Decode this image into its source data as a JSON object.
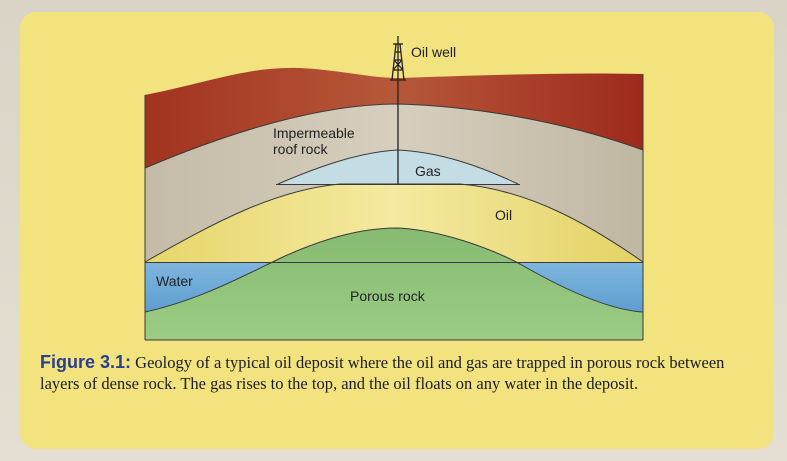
{
  "diagram": {
    "labels": {
      "oil_well": "Oil well",
      "roof_rock_line1": "Impermeable",
      "roof_rock_line2": "roof rock",
      "gas": "Gas",
      "oil": "Oil",
      "water": "Water",
      "porous_rock": "Porous rock"
    },
    "colors": {
      "panel": "#f2e37f",
      "top_layer": "#b23a24",
      "roof_rock": "#c9c2ad",
      "gas": "#bcd6e0",
      "oil": "#eee07a",
      "water": "#6aa7d6",
      "porous_rock": "#8ec07a",
      "well": "#2a2a2a"
    }
  },
  "caption": {
    "figure_label": "Figure 3.1:",
    "text": " Geology of a typical oil deposit where the oil and gas are trapped in porous rock between layers of dense rock. The gas rises to the top, and the oil floats on any water in the deposit."
  }
}
